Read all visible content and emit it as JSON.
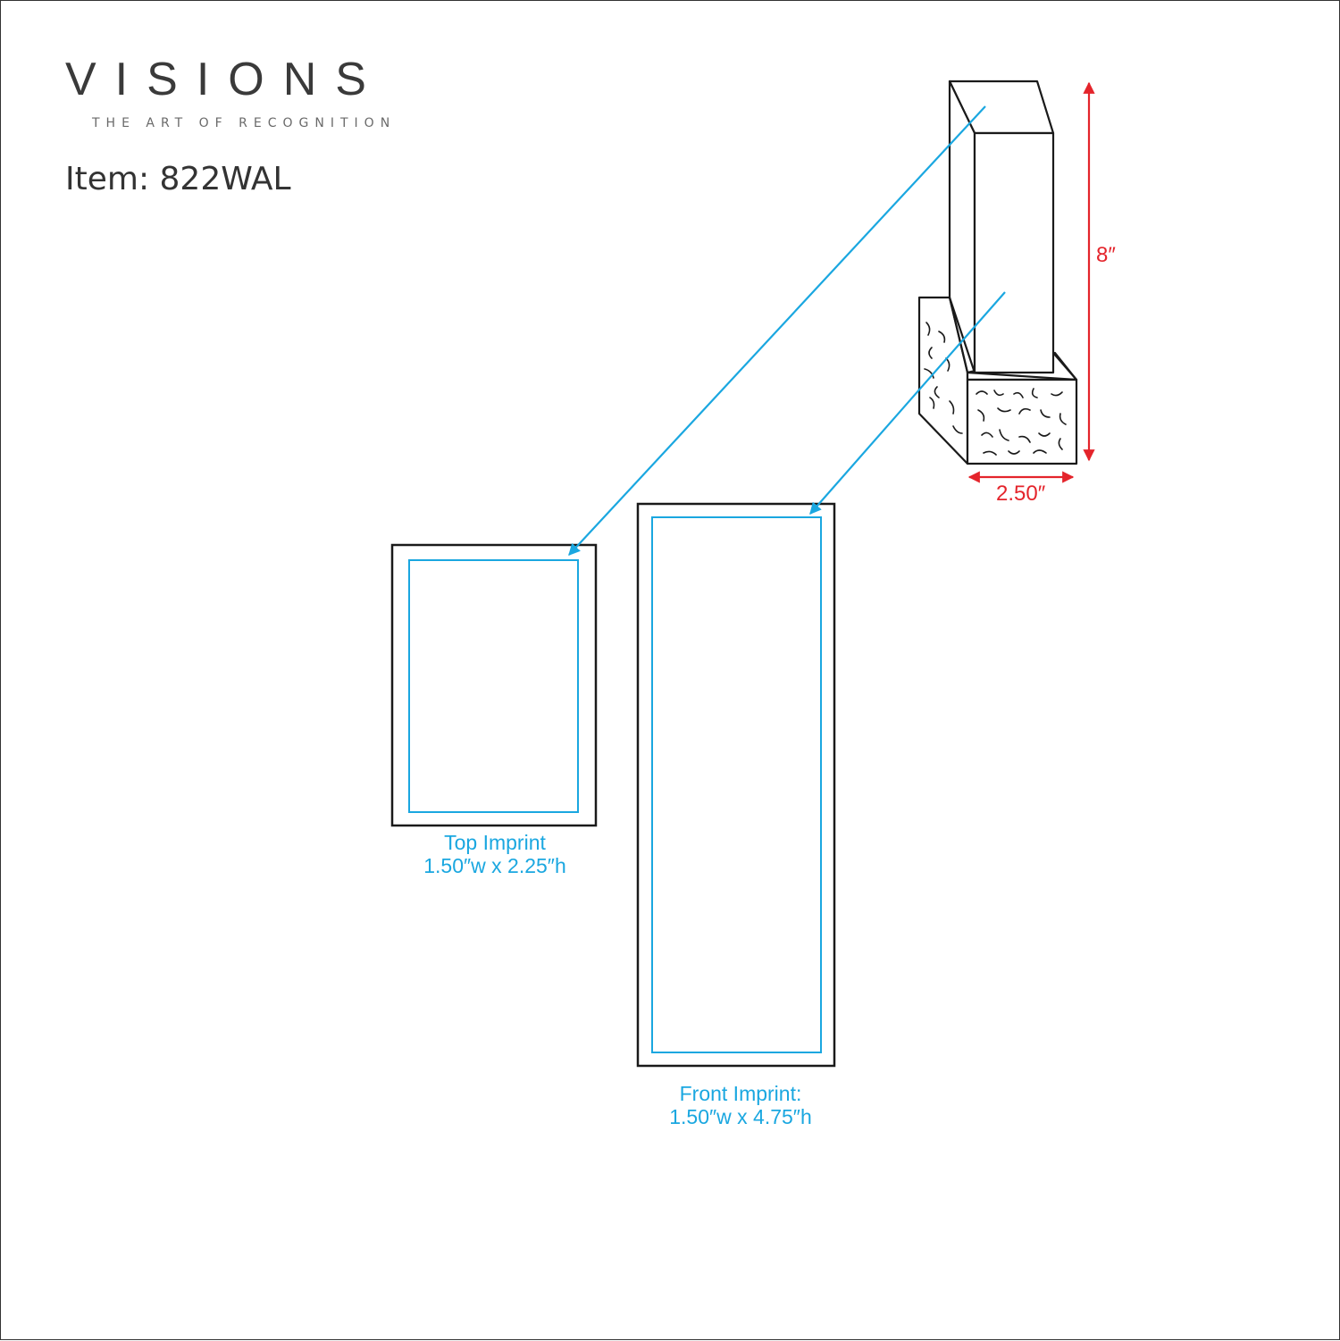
{
  "brand": {
    "name": "VISIONS",
    "tagline": "THE ART OF RECOGNITION"
  },
  "item": {
    "label": "Item: 822WAL"
  },
  "imprints": {
    "top": {
      "title": "Top Imprint",
      "size": "1.50″w x 2.25″h"
    },
    "front": {
      "title": "Front Imprint:",
      "size": "1.50″w x 4.75″h"
    }
  },
  "dimensions": {
    "height": "8″",
    "width": "2.50″"
  },
  "colors": {
    "imprint": "#1aa7e0",
    "dimension": "#e4242b",
    "outline": "#1a1a1a"
  }
}
